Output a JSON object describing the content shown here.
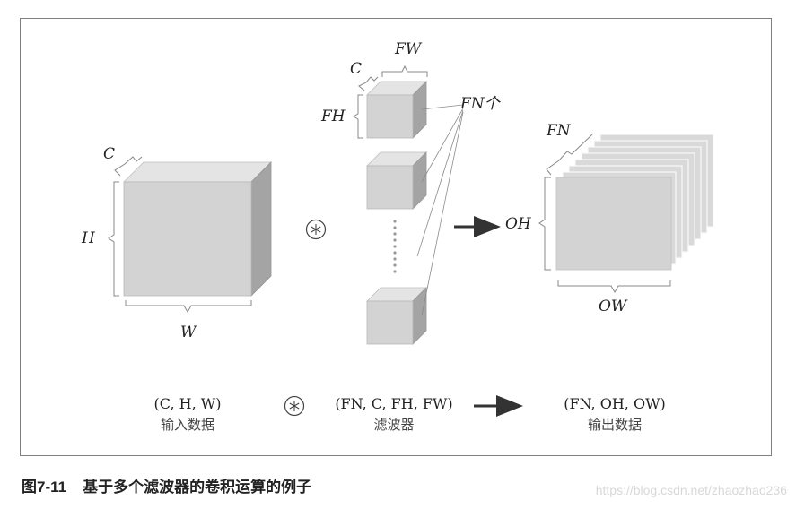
{
  "diagram": {
    "input": {
      "dim_c": "C",
      "dim_h": "H",
      "dim_w": "W"
    },
    "filter": {
      "dim_c": "C",
      "dim_fh": "FH",
      "dim_fw": "FW",
      "count_label": "FN个"
    },
    "output": {
      "dim_fn": "FN",
      "dim_oh": "OH",
      "dim_ow": "OW"
    },
    "conv_symbol": "⊛",
    "bottom": {
      "input_shape": "(C, H, W)",
      "input_name": "输入数据",
      "filter_shape": "(FN, C, FH, FW)",
      "filter_name": "滤波器",
      "output_shape": "(FN, OH, OW)",
      "output_name": "输出数据"
    }
  },
  "caption": {
    "number": "图7-11",
    "text": "基于多个滤波器的卷积运算的例子"
  },
  "watermark": "https://blog.csdn.net/zhaozhao236",
  "colors": {
    "cube_front": "#d4d4d4",
    "cube_top": "#e6e6e6",
    "cube_side": "#a3a3a3",
    "frame_border": "#7f7f7f"
  }
}
